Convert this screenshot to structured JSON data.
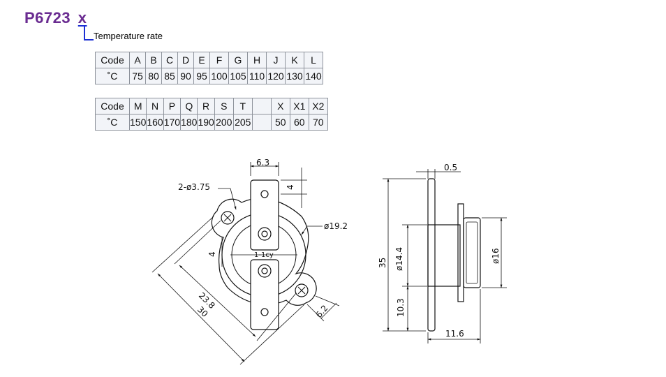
{
  "header": {
    "part_number": "P6723",
    "suffix": "x",
    "subtitle": "Temperature rate"
  },
  "table1": {
    "label_row1": "Code",
    "label_row2": "˚C",
    "codes": [
      "A",
      "B",
      "C",
      "D",
      "E",
      "F",
      "G",
      "H",
      "J",
      "K",
      "L"
    ],
    "temps": [
      "75",
      "80",
      "85",
      "90",
      "95",
      "100",
      "105",
      "110",
      "120",
      "130",
      "140"
    ]
  },
  "table2": {
    "label_row1": "Code",
    "label_row2": "˚C",
    "codes": [
      "M",
      "N",
      "P",
      "Q",
      "R",
      "S",
      "T",
      "",
      "X",
      "X1",
      "X2"
    ],
    "temps": [
      "150",
      "160",
      "170",
      "180",
      "190",
      "200",
      "205",
      "",
      "50",
      "60",
      "70"
    ]
  },
  "front_view": {
    "dim_tab_width": "6.3",
    "dim_hole_offset": "4",
    "dim_holes": "2-ø3.75",
    "dim_dome_dia": "ø19.2",
    "dim_center_offset": "4",
    "dim_cap_label": "1-1cy",
    "dim_hole_spacing": "23.8",
    "dim_overall": "30",
    "dim_flange_width": "6.2"
  },
  "side_view": {
    "dim_plate": "0.5",
    "dim_height": "35",
    "dim_body_dia": "ø14.4",
    "dim_bottom": "10.3",
    "dim_cap_dia": "ø16",
    "dim_depth": "11.6"
  },
  "colors": {
    "title": "#6a2c91",
    "accent": "#1b2fd3",
    "table_bg": "#f2f4f8",
    "table_border": "#8e939c"
  }
}
